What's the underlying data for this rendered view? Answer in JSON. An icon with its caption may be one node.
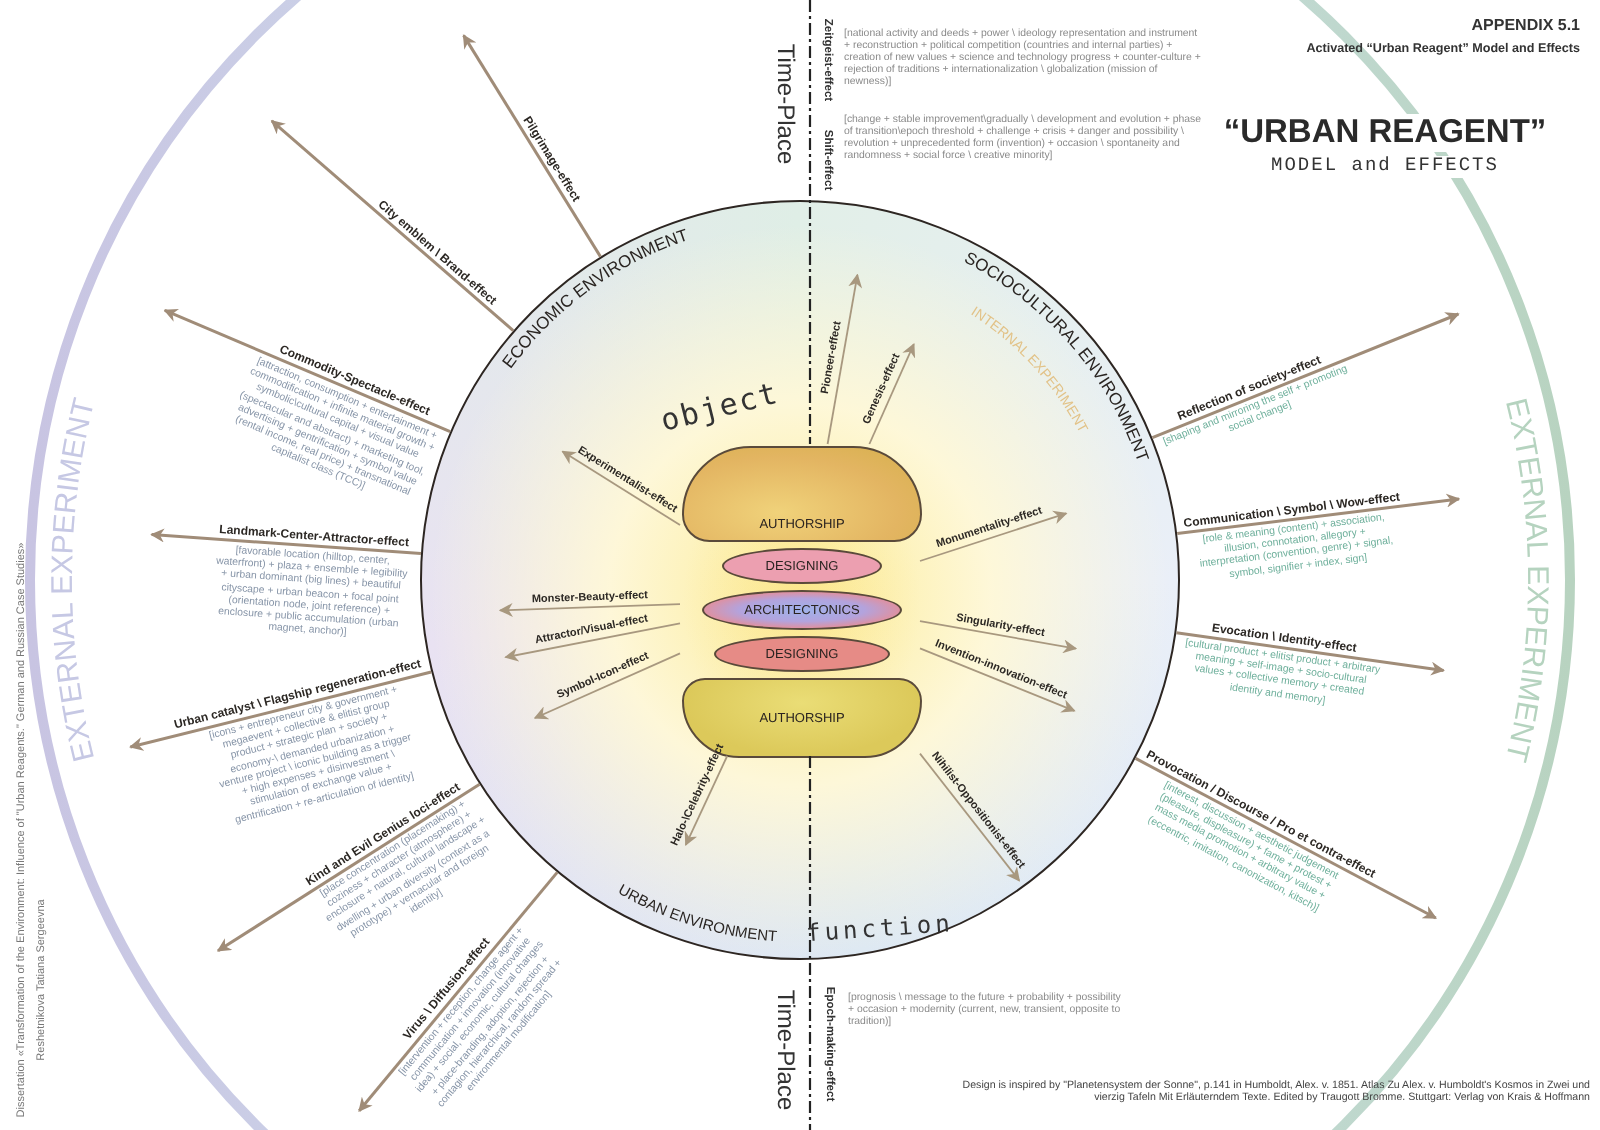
{
  "diagram": {
    "nodes": [
      {
        "text": [],
        "shape": "circle"
      },
      {
        "text": [],
        "shape": "picture",
        "in": 0
      },
      {
        "text": [
          "AUTHORSHIP"
        ],
        "in": 1
      },
      {
        "text": [
          "DESIGNING"
        ],
        "in": 1
      },
      {
        "text": [
          "ARCHITECTONICS"
        ],
        "in": 1
      },
      {
        "text": [
          "DESIGNING"
        ],
        "in": 1
      },
      {
        "text": [
          "AUTHORSHIP"
        ],
        "in": 1
      }
    ],
    "edges": [
      {
        "from": 0,
        "to": null,
        "arrow": "to",
        "label": "Pilgrimage-effect"
      },
      {
        "from": 0,
        "to": null,
        "arrow": "to",
        "label": "City emblem \\ Brand-effect"
      },
      {
        "from": 0,
        "to": null,
        "arrow": "to",
        "label": "Commodity-Spectacle-effect"
      },
      {
        "from": 0,
        "to": null,
        "arrow": "to",
        "label": "Landmark-Center-Attractor-effect"
      },
      {
        "from": 0,
        "to": null,
        "arrow": "to",
        "label": "Urban catalyst \\ Flagship regeneration-effect"
      },
      {
        "from": 0,
        "to": null,
        "arrow": "to",
        "label": "Kind and Evil Genius loci-effect"
      },
      {
        "from": 0,
        "to": null,
        "arrow": "to",
        "label": "Virus \\ Diffusion-effect"
      },
      {
        "from": 0,
        "to": null,
        "arrow": "to",
        "label": "Reflection of society-effect"
      },
      {
        "from": 0,
        "to": null,
        "arrow": "to",
        "label": "Communication \\ Symbol \\ Wow-effect"
      },
      {
        "from": 0,
        "to": null,
        "arrow": "to",
        "label": "Evocation \\ Identity-effect"
      },
      {
        "from": 0,
        "to": null,
        "arrow": "to",
        "label": "Provocation / Discourse / Pro et contra-effect"
      },
      {
        "from": 1,
        "to": null,
        "arrow": "to",
        "label": "Experimentalist-effect"
      },
      {
        "from": 1,
        "to": null,
        "arrow": "to",
        "label": "Pioneer-effect"
      },
      {
        "from": 1,
        "to": null,
        "arrow": "to",
        "label": "Genesis-effect"
      },
      {
        "from": 1,
        "to": null,
        "arrow": "to",
        "label": "Monumentality-effect"
      },
      {
        "from": 1,
        "to": null,
        "arrow": "to",
        "label": "Singularity-effect"
      },
      {
        "from": 1,
        "to": null,
        "arrow": "to",
        "label": "Invention-innovation-effect"
      },
      {
        "from": 1,
        "to": null,
        "arrow": "to",
        "label": "Nihilist-Oppositionist-effect"
      },
      {
        "from": 1,
        "to": null,
        "arrow": "to",
        "label": "Halo-\\Celebrity-effect"
      },
      {
        "from": 1,
        "to": null,
        "arrow": "to",
        "label": "Symbol-Icon-effect"
      },
      {
        "from": 1,
        "to": null,
        "arrow": "to",
        "label": "Attractor/Visual-effect"
      },
      {
        "from": 1,
        "to": null,
        "arrow": "to",
        "label": "Monster-Beauty-effect"
      }
    ],
    "labels": [
      "APPENDIX 5.1",
      "Activated “Urban Reagent” Model and Effects",
      "“URBAN REAGENT”",
      "MODEL and EFFECTS",
      "Zeitgeist-effect",
      "Shift-effect",
      "Time-Place",
      "[national activity and deeds + power \\ ideology representation and instrument + reconstruction + political competition (countries and internal parties) + creation of new values + science and technology progress + counter-culture + rejection of traditions + internationalization \\ globalization (mission of newness)]",
      "[change + stable improvement\\gradually \\ development and evolution + phase of transition\\epoch threshold + challenge + crisis + danger and possibility \\ revolution + unprecedented form (invention) + occasion \\ spontaneity and randomness + social force \\ creative minority]",
      "EXTERNAL EXPERIMENT",
      "ECONOMIC ENVIRONMENT",
      "SOCIOCULTURAL ENVIRONMENT",
      "object",
      "INTERNAL EXPERIMENT",
      "[attraction, consumption + entertainment + commodification + infinite material growth + symbolic\\cultural capital + visual value (spectacular and abstract) + marketing tool, advertising + gentrification + symbol value (rental income, real price) + transnational capitalist class (TCC)]",
      "[favorable location (hilltop, center, waterfront) + plaza + ensemble + legibility + urban dominant (big lines) + beautiful cityscape + urban beacon + focal point (orientation node, joint reference) + enclosure + public accumulation (urban magnet, anchor)]",
      "[shaping and mirroring the self + promoting social change]",
      "[role & meaning (content) + association, illusion, connotation, allegory + interpretation (convention, genre) + signal, symbol, signifier + index, sign]",
      "[cultural product + elitist product + arbitrary meaning + self-image + socio-cultural values + collective memory + created identity and memory]",
      "[icons + entrepreneur city & government + megaevent + collective & elitist group product + strategic plan + society + economy-\\ demanded urbanization + venture project \\ iconic building as a trigger + high expenses + disinvestment \\ stimulation of exchange value + gentrification + re-articulation of identity]",
      "[interest, discussion + aesthetic judgement (pleasure, displeasure) + fame + protest + mass media promotion + arbitrary value + (eccentric, imitation, canonization, kitsch)]",
      "[place concentration (placemaking) + coziness + character (atmosphere) + enclosure + natural, cultural landscape + dwelling + urban diversity (context as a prototype) + vernacular and foreign identity]",
      "EXTERNAL EXPERIMENT",
      "URBAN ENVIRONMENT",
      "function",
      "[intervention + reception, change agent + communication + innovation (innovative idea) + social, economic, cultural changes + place-branding, adoption, rejection + contagion, hierarchical, random spread + environmental modification]",
      "Time-Place",
      "Epoch-making-effect",
      "[prognosis \\ message to the future + probability + possibility + occasion + modernity (current, new, transient, opposite to tradition)]",
      "Dissertation «Transformation of the Environment: Influence of \"Urban Reagents.\" German and Russian Case Studies»",
      "Reshetnikova Tatiana Sergeevna",
      "Design is inspired by \"Planetensystem der Sonne\", p.141 in Humboldt, Alex. v. 1851. Atlas Zu Alex. v. Humboldt's Kosmos in Zwei und vierzig Tafeln Mit Erläuterndem Texte. Edited by Traugott Bromme. Stuttgart: Verlag von Krais & Hoffmann"
    ]
  }
}
